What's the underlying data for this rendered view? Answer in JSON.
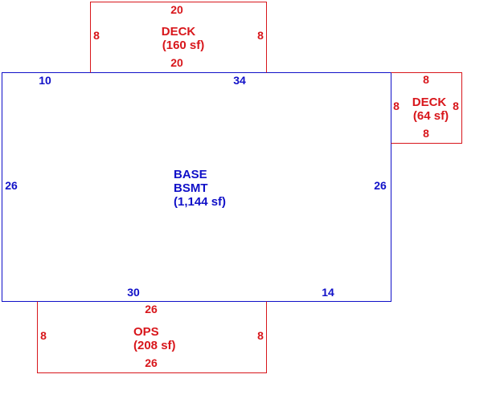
{
  "colors": {
    "base": "#1010c8",
    "addition": "#d8161b",
    "background": "#ffffff"
  },
  "areas": [
    {
      "id": "base",
      "label_lines": [
        "BASE",
        "BSMT",
        "(1,144 sf)"
      ],
      "dimensions": {
        "top_left": "10",
        "top_right": "34",
        "left": "26",
        "right": "26",
        "bottom_left": "30",
        "bottom_right": "14"
      }
    },
    {
      "id": "deck-top",
      "label_lines": [
        "DECK",
        "(160 sf)"
      ],
      "dimensions": {
        "top": "20",
        "bottom": "20",
        "left": "8",
        "right": "8"
      }
    },
    {
      "id": "deck-right",
      "label_lines": [
        "DECK",
        "(64 sf)"
      ],
      "dimensions": {
        "top": "8",
        "bottom": "8",
        "left": "8",
        "right": "8"
      }
    },
    {
      "id": "ops",
      "label_lines": [
        "OPS",
        "(208 sf)"
      ],
      "dimensions": {
        "top": "26",
        "bottom": "26",
        "left": "8",
        "right": "8"
      }
    }
  ]
}
